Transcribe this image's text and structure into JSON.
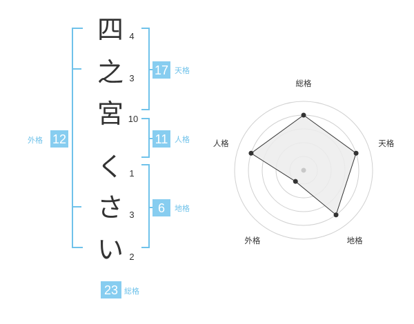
{
  "name_chars": [
    {
      "char": "四",
      "strokes": "4"
    },
    {
      "char": "之",
      "strokes": "3"
    },
    {
      "char": "宮",
      "strokes": "10"
    },
    {
      "char": "く",
      "strokes": "1"
    },
    {
      "char": "さ",
      "strokes": "3"
    },
    {
      "char": "い",
      "strokes": "2"
    }
  ],
  "kaku": {
    "tenkaku": {
      "label": "天格",
      "value": "17"
    },
    "jinkaku": {
      "label": "人格",
      "value": "11"
    },
    "chikaku": {
      "label": "地格",
      "value": "6"
    },
    "gaikaku": {
      "label": "外格",
      "value": "12"
    },
    "soukaku": {
      "label": "総格",
      "value": "23"
    }
  },
  "colors": {
    "accent": "#6fc2ea",
    "badge": "#87cdf0",
    "text": "#333333",
    "grid": "#d0d0d0",
    "fill": "#ececec"
  },
  "chart_data": {
    "type": "radar",
    "axes": [
      "総格",
      "天格",
      "地格",
      "外格",
      "人格"
    ],
    "levels": 5,
    "values": [
      4,
      4,
      4,
      1,
      4
    ],
    "max": 5
  }
}
